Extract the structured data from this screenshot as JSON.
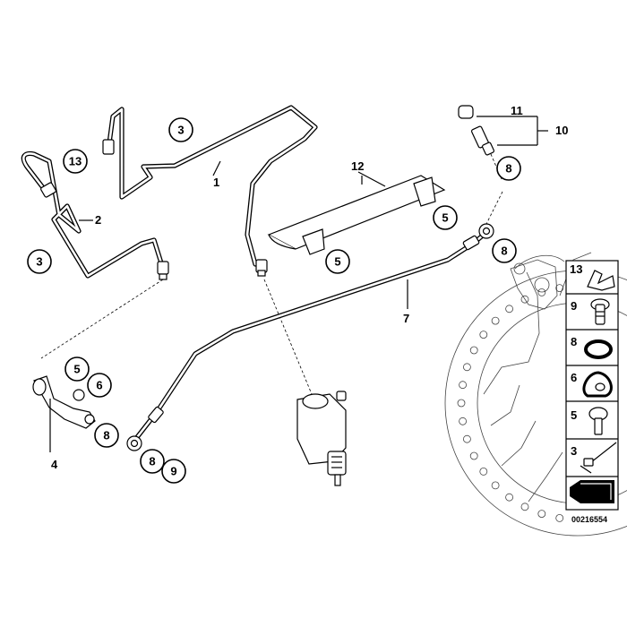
{
  "callouts": {
    "c3a": "3",
    "c13a": "13",
    "c3b": "3",
    "c5a": "5",
    "c6": "6",
    "c8a": "8",
    "c8b": "8",
    "c9": "9",
    "c5b": "5",
    "c5c": "5",
    "c8c": "8",
    "c8d": "8"
  },
  "labels": {
    "l1": "1",
    "l2": "2",
    "l4": "4",
    "l7": "7",
    "l10": "10",
    "l11": "11",
    "l12": "12"
  },
  "legend": [
    {
      "num": "13",
      "icon": "clip-icon"
    },
    {
      "num": "9",
      "icon": "banjo-bolt-icon"
    },
    {
      "num": "8",
      "icon": "seal-ring-icon"
    },
    {
      "num": "6",
      "icon": "grommet-icon"
    },
    {
      "num": "5",
      "icon": "screw-icon"
    },
    {
      "num": "3",
      "icon": "cable-tie-icon"
    }
  ],
  "part_number": "00216554"
}
